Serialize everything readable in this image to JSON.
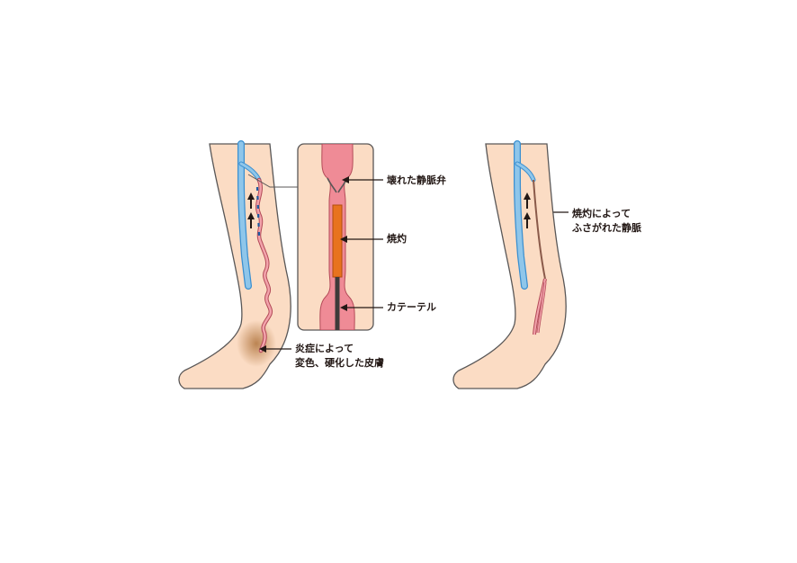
{
  "labels": {
    "broken_valve": "壊れた静脈弁",
    "cauterization": "焼灼",
    "catheter": "カテーテル",
    "skin_line1": "炎症によって",
    "skin_line2": "変色、硬化した皮膚",
    "closed_line1": "焼灼によって",
    "closed_line2": "ふさがれた静脈"
  },
  "colors": {
    "skin": "#fbdcc4",
    "outline": "#595757",
    "vein_blue": "#8fc6ea",
    "vein_dark": "#3a8fd0",
    "varicose": "#e48a94",
    "inner_vein": "#ef8b96",
    "catheter_orange": "#e8731e",
    "bruise": "#c68a50"
  }
}
